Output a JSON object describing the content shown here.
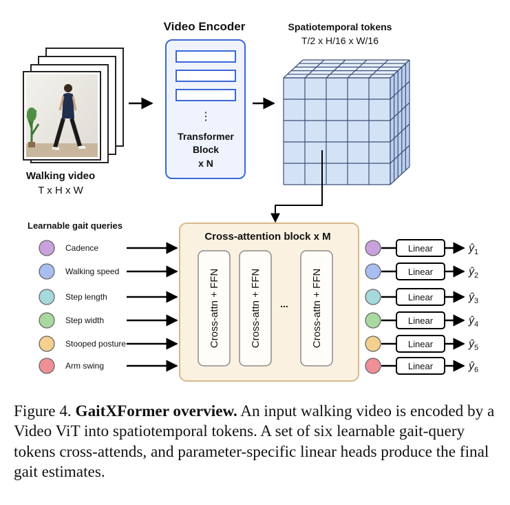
{
  "input": {
    "title": "Walking video",
    "dims": "T x H x W"
  },
  "encoder": {
    "title": "Video Encoder",
    "title_color": "#1f4fd8",
    "dots": "⋮",
    "block_line1": "Transformer",
    "block_line2": "Block",
    "block_line3": "x N"
  },
  "tokens": {
    "title": "Spatiotemporal tokens",
    "dims": "T/2 x H/16 x W/16"
  },
  "queries": {
    "title": "Learnable gait queries",
    "items": [
      {
        "label": "Cadence",
        "color": "#c9a2dd"
      },
      {
        "label": "Walking speed",
        "color": "#a9bdf0"
      },
      {
        "label": "Step length",
        "color": "#a6d9dc"
      },
      {
        "label": "Step width",
        "color": "#a9d9a0"
      },
      {
        "label": "Stooped posture",
        "color": "#f4cf8e"
      },
      {
        "label": "Arm swing",
        "color": "#ef8f96"
      }
    ]
  },
  "cross_attention": {
    "title": "Cross-attention block x M",
    "layer_label": "Cross-attn + FFN",
    "ellipsis": "..."
  },
  "heads": {
    "label": "Linear",
    "outputs": [
      "ŷ1",
      "ŷ2",
      "ŷ3",
      "ŷ4",
      "ŷ5",
      "ŷ6"
    ]
  },
  "caption": {
    "prefix": "Figure 4.",
    "title": "GaitXFormer overview.",
    "text": "An input walking video is encoded by a Video ViT into spatiotemporal tokens. A set of six learnable gait-query tokens cross-attends, and parameter-specific linear heads produce the final gait estimates."
  }
}
